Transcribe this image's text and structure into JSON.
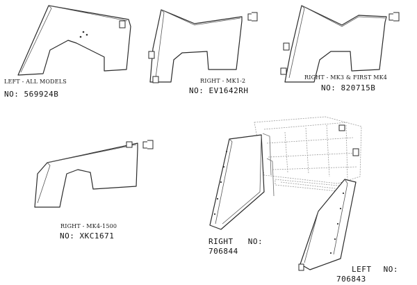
{
  "parts": [
    {
      "title": "LEFT - ALL MODELS",
      "part_number": "NO: 569924B"
    },
    {
      "title": "RIGHT - MK1-2",
      "part_number": "NO: EV1642RH"
    },
    {
      "title": "RIGHT - MK3 & FIRST MK4",
      "part_number": "NO: 820715B"
    },
    {
      "title": "RIGHT - MK4-1500",
      "part_number": "NO: XKC1671"
    }
  ],
  "panels": [
    {
      "title": "RIGHT",
      "label_no": "NO:",
      "part_number": "706844"
    },
    {
      "title": "LEFT",
      "label_no": "NO:",
      "part_number": "706843"
    }
  ]
}
